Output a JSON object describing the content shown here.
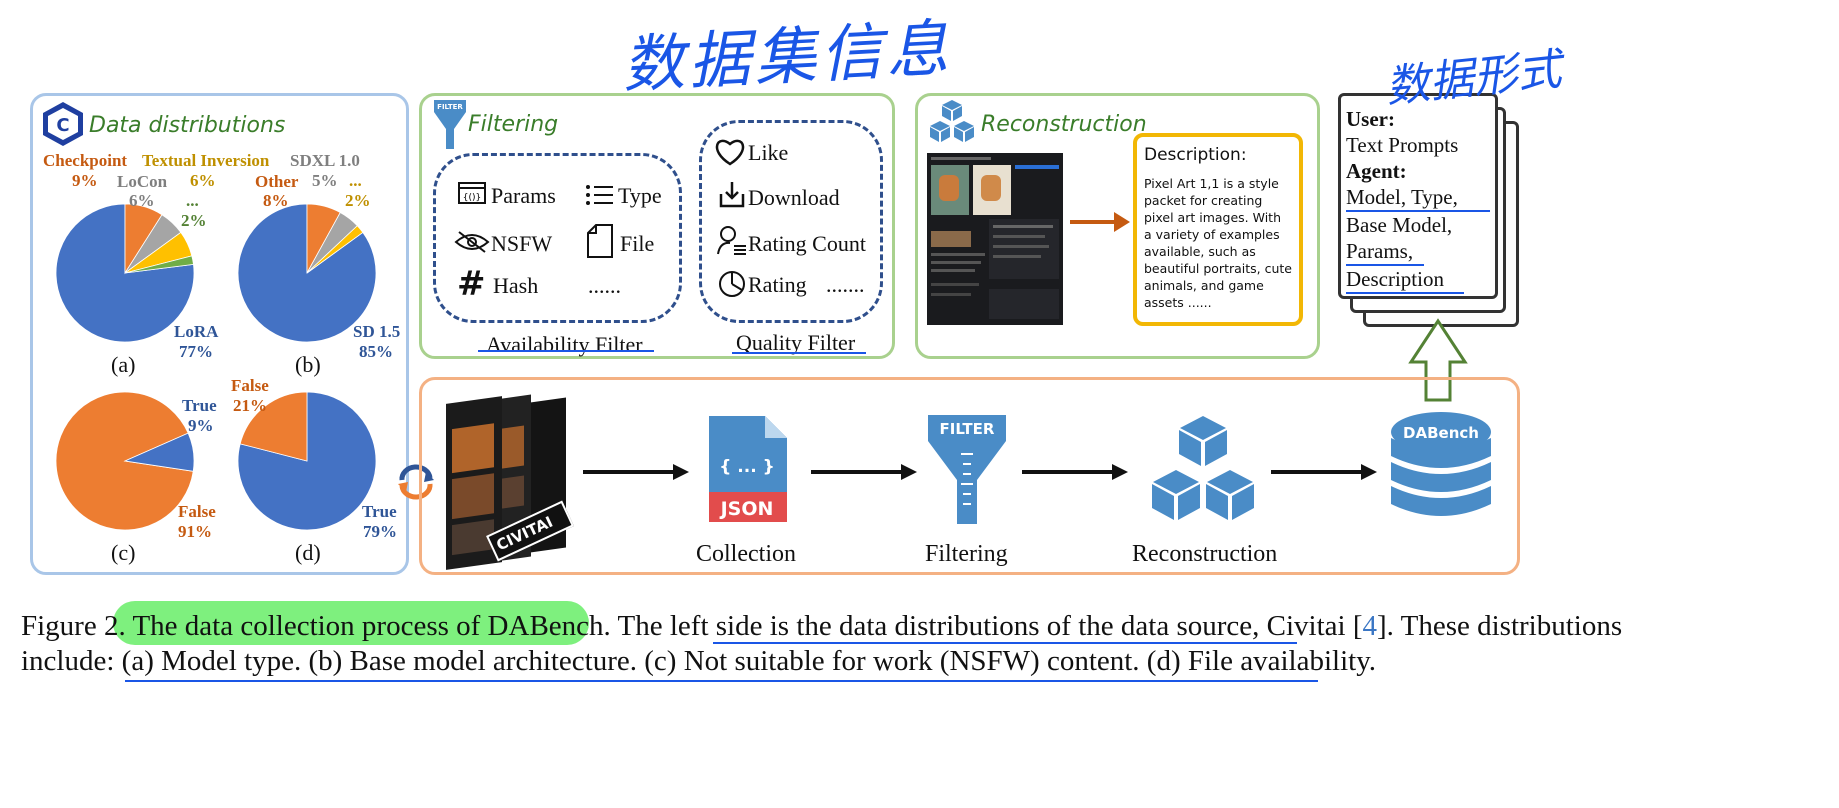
{
  "annotations": {
    "top_handwriting": "数据集信息",
    "right_handwriting": "数据形式"
  },
  "colors": {
    "blue": "#4472c4",
    "orange": "#ed7d31",
    "gray": "#a5a5a5",
    "yellow": "#ffc000",
    "green": "#70ad47",
    "panel_blue": "#a9c6e8",
    "panel_green": "#a9d18e",
    "panel_orange": "#f4b183",
    "icon_blue": "#4a8cc7"
  },
  "left_panel": {
    "title": "Data distributions",
    "icon": "civitai-logo-icon"
  },
  "chart_data": [
    {
      "type": "pie",
      "caption": "(a)",
      "slices": [
        {
          "label": "LoRA",
          "value": 77
        },
        {
          "label": "Checkpoint",
          "value": 9
        },
        {
          "label": "LoCon",
          "value": 6
        },
        {
          "label": "Textual Inversion",
          "value": 6
        },
        {
          "label": "...",
          "value": 2
        }
      ],
      "texts": {
        "lora": "LoRA",
        "lora_pct": "77%",
        "checkpoint": "Checkpoint",
        "checkpoint_pct": "9%",
        "locon": "LoCon",
        "locon_pct": "6%",
        "ti": "Textual Inversion",
        "ti_pct": "6%",
        "dots": "...",
        "dots_pct": "2%"
      }
    },
    {
      "type": "pie",
      "caption": "(b)",
      "slices": [
        {
          "label": "SD 1.5",
          "value": 85
        },
        {
          "label": "Other",
          "value": 8
        },
        {
          "label": "SDXL 1.0",
          "value": 5
        },
        {
          "label": "...",
          "value": 2
        }
      ],
      "texts": {
        "sd15": "SD 1.5",
        "sd15_pct": "85%",
        "other": "Other",
        "other_pct": "8%",
        "sdxl": "SDXL 1.0",
        "sdxl_pct": "5%",
        "dots": "...",
        "dots_pct": "2%"
      }
    },
    {
      "type": "pie",
      "caption": "(c)",
      "slices": [
        {
          "label": "False",
          "value": 91
        },
        {
          "label": "True",
          "value": 9
        }
      ],
      "texts": {
        "true": "True",
        "true_pct": "9%",
        "false": "False",
        "false_pct": "91%"
      }
    },
    {
      "type": "pie",
      "caption": "(d)",
      "slices": [
        {
          "label": "True",
          "value": 79
        },
        {
          "label": "False",
          "value": 21
        }
      ],
      "texts": {
        "true": "True",
        "true_pct": "79%",
        "false": "False",
        "false_pct": "21%"
      }
    }
  ],
  "filtering": {
    "title": "Filtering",
    "filter_icon_text": "FILTER",
    "availability": {
      "items": [
        "Params",
        "Type",
        "NSFW",
        "File",
        "Hash",
        "......"
      ],
      "label": "Availability Filter"
    },
    "quality": {
      "items": [
        "Like",
        "Download",
        "Rating Count",
        "Rating",
        "......."
      ],
      "label": "Quality Filter"
    }
  },
  "reconstruction": {
    "title": "Reconstruction",
    "description_title": "Description:",
    "description_text": "Pixel Art 1,1  is a style packet for creating pixel art images. With a variety of examples available, such as beautiful portraits, cute animals, and game assets ......"
  },
  "data_format": {
    "user_label": "User:",
    "user_value": "Text Prompts",
    "agent_label": "Agent:",
    "agent_lines": [
      "Model, Type,",
      "Base Model,",
      "Params,",
      "Description"
    ]
  },
  "pipeline": {
    "json_label": "JSON",
    "json_braces": "{ ... }",
    "filter_label": "FILTER",
    "db_label": "DABench",
    "civitai_text": "CIVITAI",
    "steps": [
      "Collection",
      "Filtering",
      "Reconstruction"
    ]
  },
  "caption": {
    "line1_prefix": "Figure 2.",
    "line1_highlight": "The data collection process of DABench.",
    "line1_mid": "The left side is the data distributions of the data source, Civitai [",
    "line1_ref": "4",
    "line1_end": "]. These distributions",
    "line2": "include: (a) Model type. (b) Base model architecture. (c) Not suitable for work (NSFW) content. (d) File availability."
  }
}
